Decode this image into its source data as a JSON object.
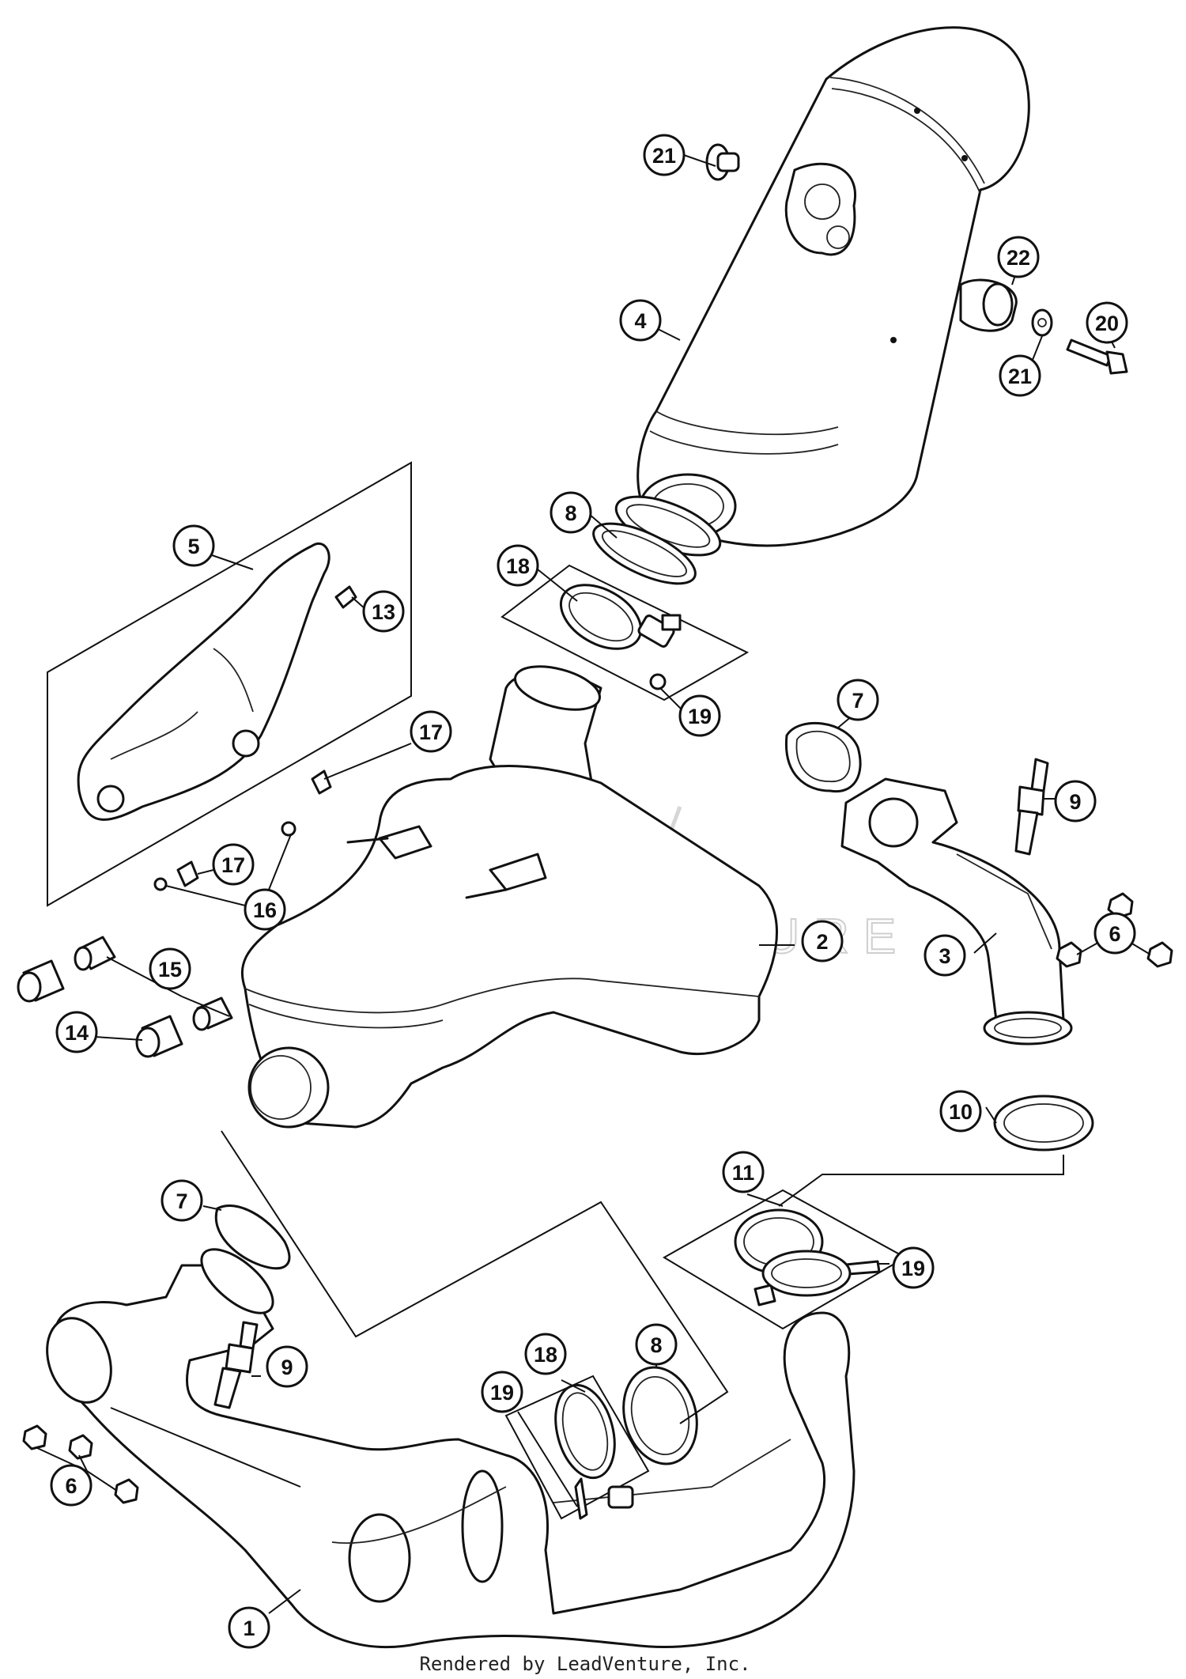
{
  "watermark": "LEADVENTURE",
  "footer": "Rendered by LeadVenture, Inc.",
  "callouts": [
    {
      "id": "c21a",
      "label": "21"
    },
    {
      "id": "c22",
      "label": "22"
    },
    {
      "id": "c4",
      "label": "4"
    },
    {
      "id": "c20",
      "label": "20"
    },
    {
      "id": "c21b",
      "label": "21"
    },
    {
      "id": "c8a",
      "label": "8"
    },
    {
      "id": "c5",
      "label": "5"
    },
    {
      "id": "c13",
      "label": "13"
    },
    {
      "id": "c18a",
      "label": "18"
    },
    {
      "id": "c19a",
      "label": "19"
    },
    {
      "id": "c7a",
      "label": "7"
    },
    {
      "id": "c17a",
      "label": "17"
    },
    {
      "id": "c9a",
      "label": "9"
    },
    {
      "id": "c17b",
      "label": "17"
    },
    {
      "id": "c16",
      "label": "16"
    },
    {
      "id": "c6a",
      "label": "6"
    },
    {
      "id": "c2",
      "label": "2"
    },
    {
      "id": "c3",
      "label": "3"
    },
    {
      "id": "c15",
      "label": "15"
    },
    {
      "id": "c14",
      "label": "14"
    },
    {
      "id": "c10",
      "label": "10"
    },
    {
      "id": "c11",
      "label": "11"
    },
    {
      "id": "c7b",
      "label": "7"
    },
    {
      "id": "c19b",
      "label": "19"
    },
    {
      "id": "c9b",
      "label": "9"
    },
    {
      "id": "c18b",
      "label": "18"
    },
    {
      "id": "c8b",
      "label": "8"
    },
    {
      "id": "c19c",
      "label": "19"
    },
    {
      "id": "c6b",
      "label": "6"
    },
    {
      "id": "c1",
      "label": "1"
    }
  ]
}
